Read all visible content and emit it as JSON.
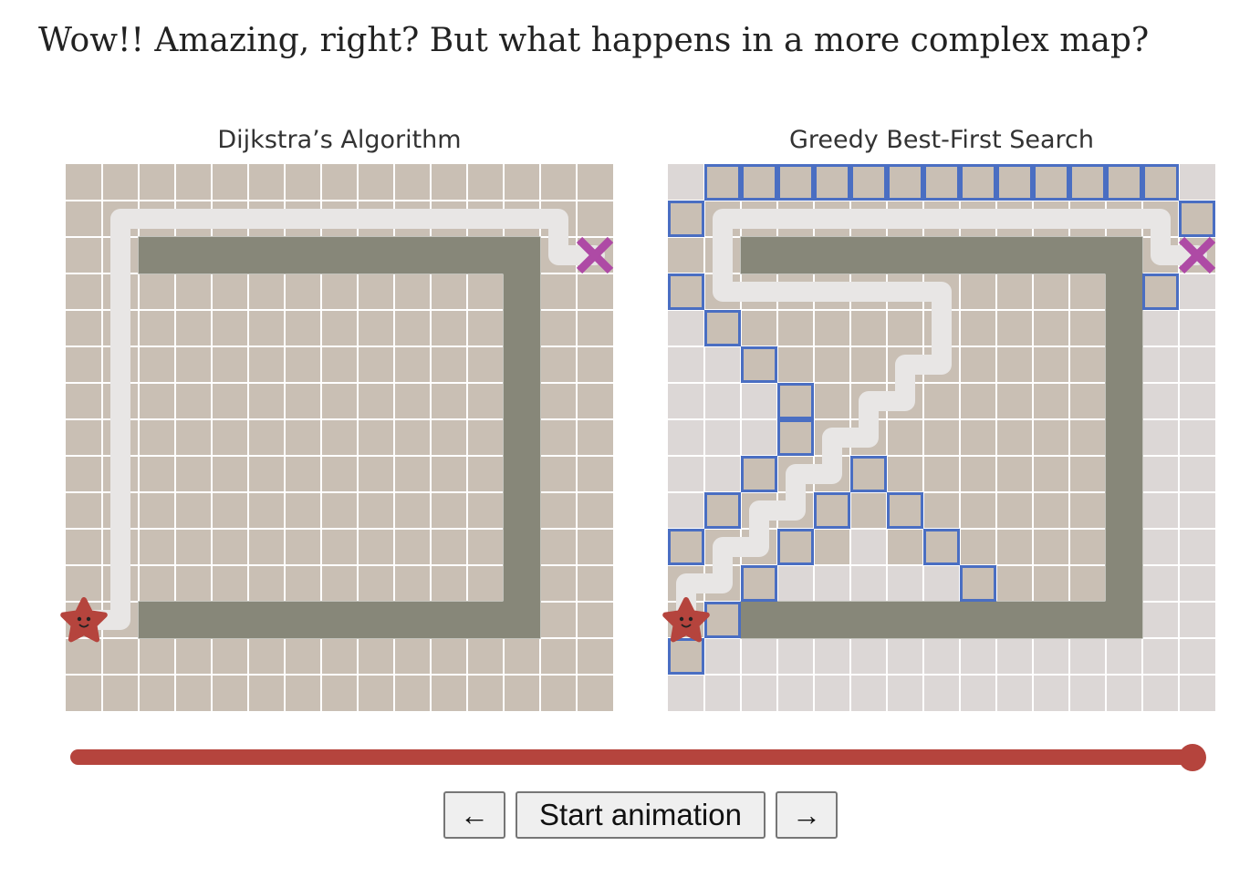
{
  "heading": "Wow!! Amazing, right? But what happens in a more complex map?",
  "colors": {
    "cell": "#c9bfb4",
    "cell_unvisited": "#dcd7d6",
    "wall": "#878779",
    "path": "#e8e6e5",
    "frontier": "#4a6ec2",
    "goal": "#ae4aa5",
    "start": "#b5443d",
    "slider": "#b5443d"
  },
  "maps": [
    {
      "title": "Dijkstra’s Algorithm",
      "all_visited": true,
      "start": [
        0,
        12
      ],
      "goal": [
        14,
        2
      ],
      "walls": {
        "top_row": 2,
        "top_cols": [
          2,
          12
        ],
        "right_col": 12,
        "right_rows": [
          2,
          12
        ],
        "bottom_row": 12,
        "bottom_cols": [
          2,
          12
        ]
      },
      "path": [
        [
          0,
          12
        ],
        [
          1,
          12
        ],
        [
          1,
          1
        ],
        [
          13,
          1
        ],
        [
          13,
          2
        ],
        [
          14,
          2
        ]
      ],
      "frontier": []
    },
    {
      "title": "Greedy Best-First Search",
      "all_visited": false,
      "start": [
        0,
        12
      ],
      "goal": [
        14,
        2
      ],
      "walls": {
        "top_row": 2,
        "top_cols": [
          2,
          12
        ],
        "right_col": 12,
        "right_rows": [
          2,
          12
        ],
        "bottom_row": 12,
        "bottom_cols": [
          2,
          12
        ]
      },
      "path": [
        [
          0,
          12
        ],
        [
          0,
          11
        ],
        [
          1,
          11
        ],
        [
          1,
          10
        ],
        [
          2,
          10
        ],
        [
          2,
          9
        ],
        [
          3,
          9
        ],
        [
          3,
          8
        ],
        [
          4,
          8
        ],
        [
          4,
          7
        ],
        [
          5,
          7
        ],
        [
          5,
          6
        ],
        [
          6,
          6
        ],
        [
          6,
          5
        ],
        [
          7,
          5
        ],
        [
          7,
          4
        ],
        [
          7,
          3
        ],
        [
          1,
          3
        ],
        [
          1,
          1
        ],
        [
          13,
          1
        ],
        [
          13,
          2
        ],
        [
          14,
          2
        ]
      ],
      "visited": [
        [
          1,
          0
        ],
        [
          2,
          0
        ],
        [
          3,
          0
        ],
        [
          4,
          0
        ],
        [
          5,
          0
        ],
        [
          6,
          0
        ],
        [
          7,
          0
        ],
        [
          8,
          0
        ],
        [
          9,
          0
        ],
        [
          10,
          0
        ],
        [
          11,
          0
        ],
        [
          12,
          0
        ],
        [
          13,
          0
        ],
        [
          0,
          1
        ],
        [
          1,
          1
        ],
        [
          2,
          1
        ],
        [
          3,
          1
        ],
        [
          4,
          1
        ],
        [
          5,
          1
        ],
        [
          6,
          1
        ],
        [
          7,
          1
        ],
        [
          8,
          1
        ],
        [
          9,
          1
        ],
        [
          10,
          1
        ],
        [
          11,
          1
        ],
        [
          12,
          1
        ],
        [
          13,
          1
        ],
        [
          14,
          1
        ],
        [
          0,
          2
        ],
        [
          1,
          2
        ],
        [
          13,
          2
        ],
        [
          14,
          2
        ],
        [
          0,
          3
        ],
        [
          1,
          3
        ],
        [
          2,
          3
        ],
        [
          3,
          3
        ],
        [
          4,
          3
        ],
        [
          5,
          3
        ],
        [
          6,
          3
        ],
        [
          7,
          3
        ],
        [
          8,
          3
        ],
        [
          9,
          3
        ],
        [
          10,
          3
        ],
        [
          11,
          3
        ],
        [
          13,
          3
        ],
        [
          1,
          4
        ],
        [
          2,
          4
        ],
        [
          3,
          4
        ],
        [
          4,
          4
        ],
        [
          5,
          4
        ],
        [
          6,
          4
        ],
        [
          7,
          4
        ],
        [
          8,
          4
        ],
        [
          9,
          4
        ],
        [
          10,
          4
        ],
        [
          11,
          4
        ],
        [
          2,
          5
        ],
        [
          3,
          5
        ],
        [
          4,
          5
        ],
        [
          5,
          5
        ],
        [
          6,
          5
        ],
        [
          7,
          5
        ],
        [
          8,
          5
        ],
        [
          9,
          5
        ],
        [
          10,
          5
        ],
        [
          11,
          5
        ],
        [
          3,
          6
        ],
        [
          4,
          6
        ],
        [
          5,
          6
        ],
        [
          6,
          6
        ],
        [
          7,
          6
        ],
        [
          8,
          6
        ],
        [
          9,
          6
        ],
        [
          10,
          6
        ],
        [
          11,
          6
        ],
        [
          3,
          7
        ],
        [
          4,
          7
        ],
        [
          5,
          7
        ],
        [
          6,
          7
        ],
        [
          7,
          7
        ],
        [
          8,
          7
        ],
        [
          9,
          7
        ],
        [
          10,
          7
        ],
        [
          11,
          7
        ],
        [
          2,
          8
        ],
        [
          3,
          8
        ],
        [
          4,
          8
        ],
        [
          5,
          8
        ],
        [
          6,
          8
        ],
        [
          7,
          8
        ],
        [
          8,
          8
        ],
        [
          9,
          8
        ],
        [
          10,
          8
        ],
        [
          11,
          8
        ],
        [
          1,
          9
        ],
        [
          2,
          9
        ],
        [
          3,
          9
        ],
        [
          4,
          9
        ],
        [
          5,
          9
        ],
        [
          6,
          9
        ],
        [
          7,
          9
        ],
        [
          8,
          9
        ],
        [
          9,
          9
        ],
        [
          10,
          9
        ],
        [
          11,
          9
        ],
        [
          0,
          10
        ],
        [
          1,
          10
        ],
        [
          2,
          10
        ],
        [
          3,
          10
        ],
        [
          4,
          10
        ],
        [
          6,
          10
        ],
        [
          7,
          10
        ],
        [
          8,
          10
        ],
        [
          9,
          10
        ],
        [
          10,
          10
        ],
        [
          11,
          10
        ],
        [
          0,
          11
        ],
        [
          1,
          11
        ],
        [
          2,
          11
        ],
        [
          8,
          11
        ],
        [
          9,
          11
        ],
        [
          10,
          11
        ],
        [
          11,
          11
        ],
        [
          0,
          12
        ],
        [
          1,
          12
        ],
        [
          0,
          13
        ]
      ],
      "frontier": [
        [
          1,
          0
        ],
        [
          2,
          0
        ],
        [
          3,
          0
        ],
        [
          4,
          0
        ],
        [
          5,
          0
        ],
        [
          6,
          0
        ],
        [
          7,
          0
        ],
        [
          8,
          0
        ],
        [
          9,
          0
        ],
        [
          10,
          0
        ],
        [
          11,
          0
        ],
        [
          12,
          0
        ],
        [
          13,
          0
        ],
        [
          0,
          1
        ],
        [
          14,
          1
        ],
        [
          0,
          3
        ],
        [
          13,
          3
        ],
        [
          1,
          4
        ],
        [
          2,
          5
        ],
        [
          3,
          6
        ],
        [
          3,
          7
        ],
        [
          2,
          8
        ],
        [
          5,
          8
        ],
        [
          1,
          9
        ],
        [
          4,
          9
        ],
        [
          6,
          9
        ],
        [
          0,
          10
        ],
        [
          3,
          10
        ],
        [
          7,
          10
        ],
        [
          2,
          11
        ],
        [
          8,
          11
        ],
        [
          1,
          12
        ],
        [
          0,
          13
        ]
      ]
    }
  ],
  "slider": {
    "value": 1.0
  },
  "controls": {
    "prev_label": "←",
    "start_label": "Start animation",
    "next_label": "→"
  }
}
